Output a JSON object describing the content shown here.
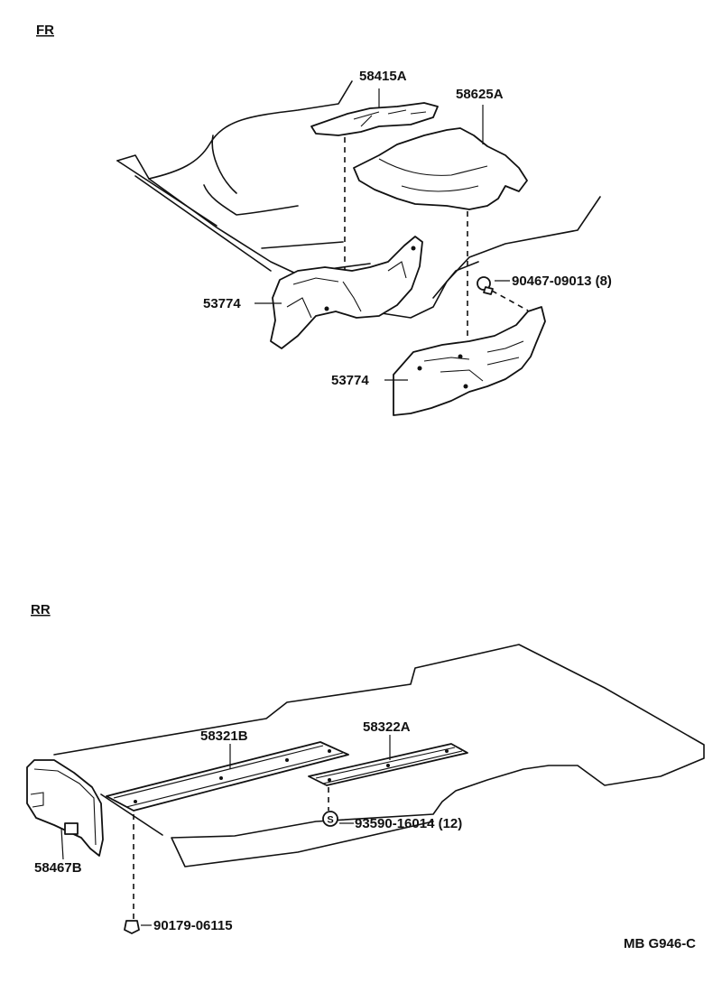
{
  "sections": {
    "front": "FR",
    "rear": "RR"
  },
  "parts": {
    "p58415A": "58415A",
    "p58625A": "58625A",
    "p53774_left": "53774",
    "p90467": "90467-09013 (8)",
    "p53774_right": "53774",
    "p58321B": "58321B",
    "p58322A": "58322A",
    "p93590": "93590-16014 (12)",
    "p58467B": "58467B",
    "p90179": "90179-06115"
  },
  "diagram_code": "MB G946-C",
  "fastener_symbol": "S"
}
